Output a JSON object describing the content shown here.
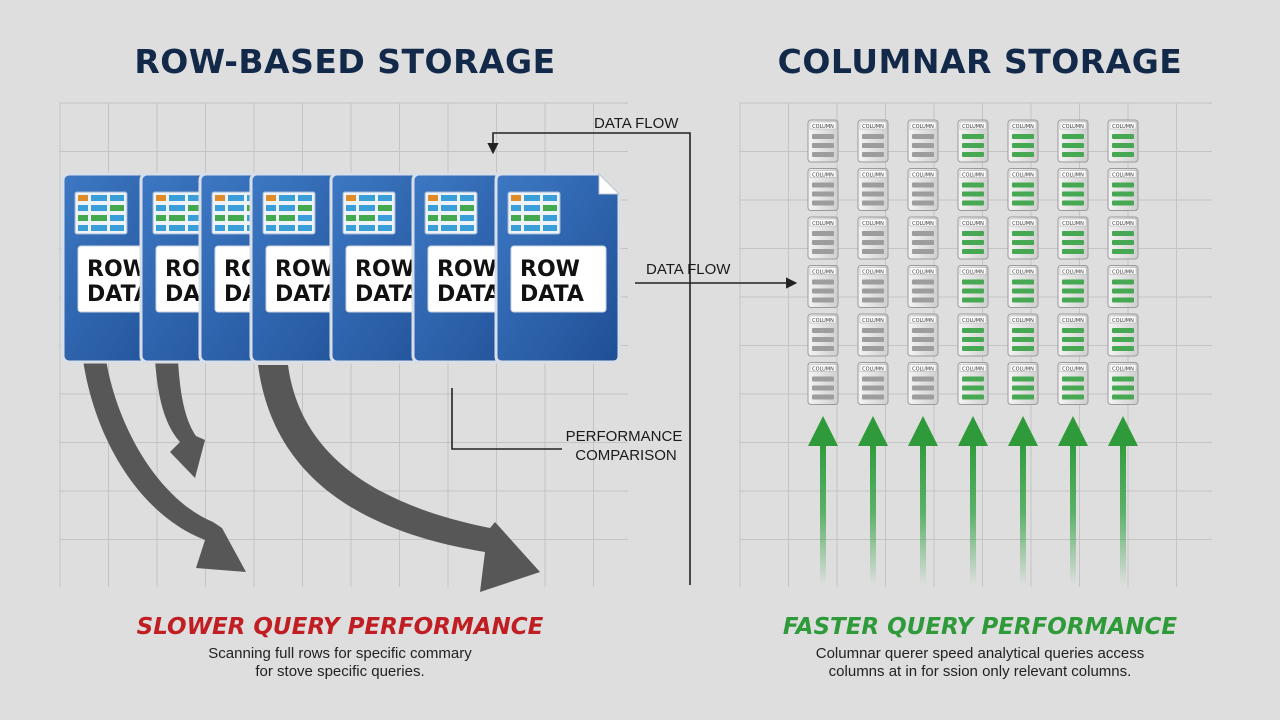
{
  "left_panel": {
    "title": "ROW-BASED STORAGE",
    "card_label_line1": "ROW",
    "card_label_line2": "DATA",
    "card_count": 7,
    "performance_label": "SLOWER QUERY PERFORMANCE",
    "description_lines": [
      "Scanning full rows for specific commary",
      "for stove specific queries."
    ]
  },
  "right_panel": {
    "title": "COLUMNAR STORAGE",
    "column_count": 7,
    "rows_per_column": 6,
    "cell_label": "COLUMN",
    "performance_label": "FASTER QUERY PERFORMANCE",
    "description_lines": [
      "Columnar querer speed analytical queries access",
      "columns at in for ssion only relevant columns."
    ]
  },
  "annotations": {
    "data_flow_top": "DATA FLOW",
    "data_flow_middle": "DATA FLOW",
    "performance_comparison_line1": "PERFORMANCE",
    "performance_comparison_line2": "COMPARISON"
  },
  "colors": {
    "title": "#13294a",
    "slow": "#c01e22",
    "fast": "#2f9a3a",
    "card_blue": "#2d62ad",
    "arrow_gray": "#555555",
    "grid": "#c4c4c4",
    "background": "#dedede"
  }
}
